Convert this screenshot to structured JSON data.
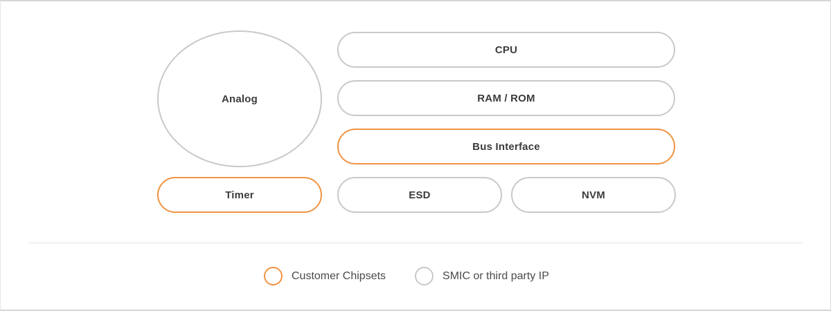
{
  "diagram": {
    "nodes": [
      {
        "label": "Analog",
        "shape": "ellipse",
        "type": "smic"
      },
      {
        "label": "CPU",
        "shape": "pill",
        "type": "smic"
      },
      {
        "label": "RAM / ROM",
        "shape": "pill",
        "type": "smic"
      },
      {
        "label": "Bus Interface",
        "shape": "pill",
        "type": "customer"
      },
      {
        "label": "Timer",
        "shape": "pill",
        "type": "customer"
      },
      {
        "label": "ESD",
        "shape": "pill",
        "type": "smic"
      },
      {
        "label": "NVM",
        "shape": "pill",
        "type": "smic"
      }
    ],
    "legend": [
      {
        "label": "Customer Chipsets",
        "type": "customer"
      },
      {
        "label": "SMIC or third party IP",
        "type": "smic"
      }
    ]
  },
  "colors": {
    "customer_accent": "#EF9340",
    "smic_neutral": "#C9C9C9",
    "label_text": "#3C3C3C",
    "legend_text": "#4A4A4A",
    "divider": "#E2E2E2",
    "frame_border": "#D6D6D6"
  }
}
